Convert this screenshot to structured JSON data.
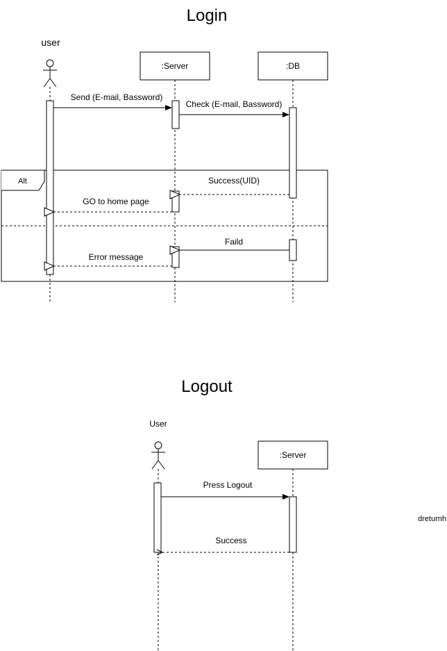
{
  "colors": {
    "line": "#000000",
    "background": "#ffffff"
  },
  "login": {
    "title": "Login",
    "actor_user": "user",
    "server": ":Server",
    "db": ":DB",
    "msg_send": "Send (E-mail, Bassword)",
    "msg_check": "Check  (E-mail, Bassword)",
    "alt_label": "Alt",
    "msg_success": "Success(UID)",
    "msg_home": "GO to home page",
    "msg_faild": "Faild",
    "msg_error": "Error message"
  },
  "logout": {
    "title": "Logout",
    "actor_user": "User",
    "server": ":Server",
    "msg_press": "Press Logout",
    "msg_success": "Success"
  },
  "stray_text": "dreturnh"
}
